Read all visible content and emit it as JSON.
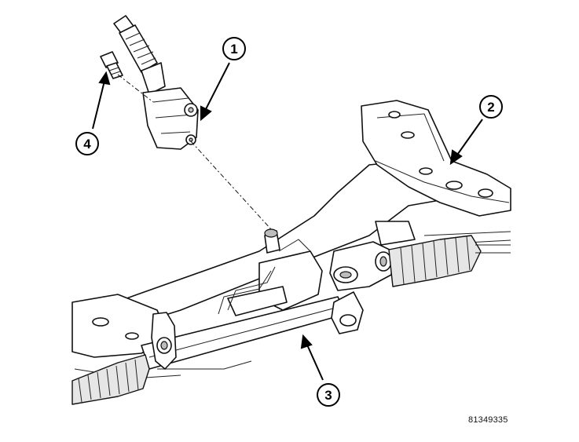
{
  "figure": {
    "id_code": "81349335"
  },
  "callouts": [
    {
      "number": "1"
    },
    {
      "number": "2"
    },
    {
      "number": "3"
    },
    {
      "number": "4"
    }
  ]
}
